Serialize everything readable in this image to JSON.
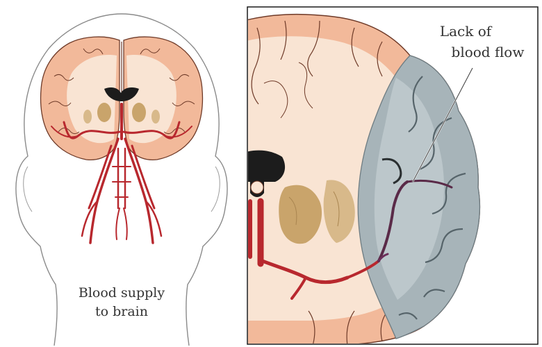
{
  "left_panel": {
    "caption_line1": "Blood supply",
    "caption_line2": "to brain"
  },
  "right_panel": {
    "annotation_line1": "Lack of",
    "annotation_line2": "blood flow"
  },
  "colors": {
    "cortex": "#f2b99a",
    "white_matter": "#f9e4d3",
    "artery": "#b8282e",
    "ischemic": "#a7b4b9",
    "ischemic_dark": "#7e8d93",
    "basal_ganglia": "#c9a46b",
    "ventricle": "#1c1c1c",
    "outline": "#6e3a28"
  }
}
